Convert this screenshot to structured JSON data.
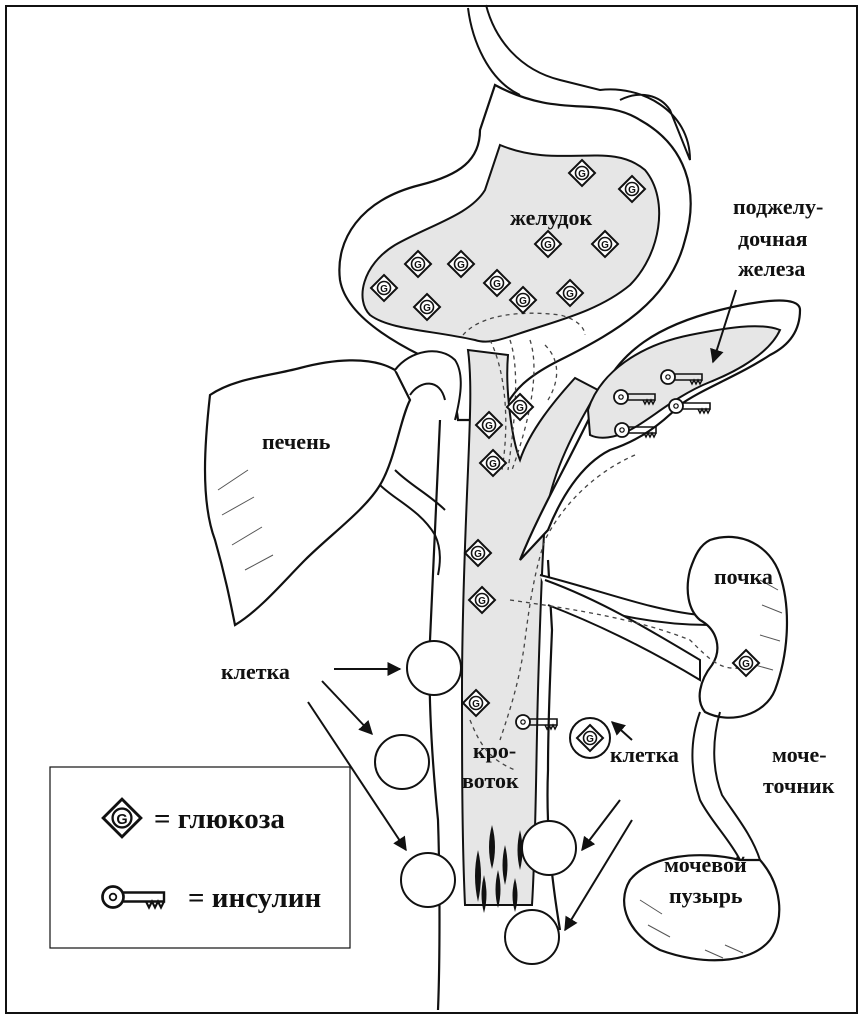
{
  "labels": {
    "stomach": "желудок",
    "pancreas_1": "поджелу-",
    "pancreas_2": "дочная",
    "pancreas_3": "железа",
    "liver": "печень",
    "kidney": "почка",
    "cell_left": "клетка",
    "cell_right": "клетка",
    "bloodstream_1": "кро-",
    "bloodstream_2": "воток",
    "ureter_1": "моче-",
    "ureter_2": "точник",
    "bladder_1": "мочевой",
    "bladder_2": "пузырь"
  },
  "glucose_symbol": "G",
  "legend": {
    "glucose_text": "= глюкоза",
    "insulin_text": "= инсулин"
  },
  "colors": {
    "line": "#111111",
    "organ_fill": "#e6e6e6",
    "background": "#ffffff"
  }
}
